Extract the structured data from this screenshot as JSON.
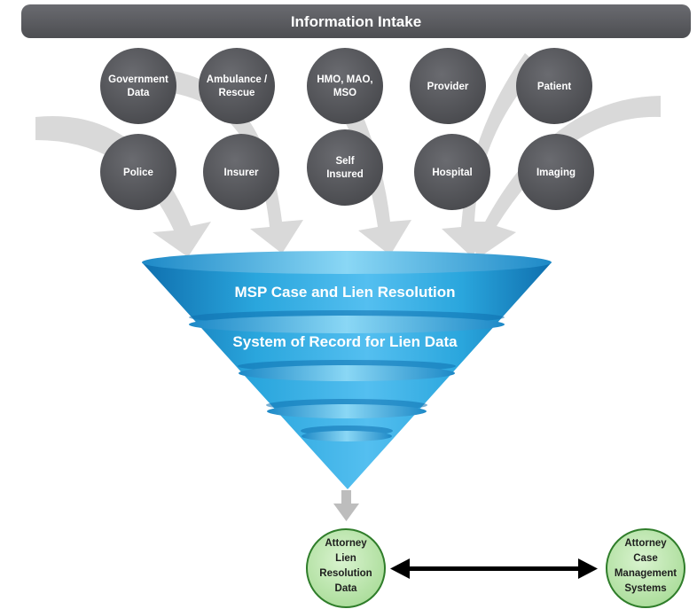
{
  "header": {
    "title": "Information Intake"
  },
  "sources": {
    "row1": [
      {
        "lines": [
          "Government",
          "Data"
        ]
      },
      {
        "lines": [
          "Ambulance /",
          "Rescue"
        ]
      },
      {
        "lines": [
          "HMO, MAO,",
          "MSO"
        ]
      },
      {
        "lines": [
          "Provider"
        ]
      },
      {
        "lines": [
          "Patient"
        ]
      }
    ],
    "row2": [
      {
        "lines": [
          "Police"
        ]
      },
      {
        "lines": [
          "Insurer"
        ]
      },
      {
        "lines": [
          "Self",
          "Insured"
        ]
      },
      {
        "lines": [
          "Hospital"
        ]
      },
      {
        "lines": [
          "Imaging"
        ]
      }
    ]
  },
  "funnel": {
    "label1": "MSP Case and Lien Resolution",
    "label2": "System of Record for Lien Data"
  },
  "outputs": {
    "left": {
      "lines": [
        "Attorney",
        "Lien",
        "Resolution",
        "Data"
      ]
    },
    "right": {
      "lines": [
        "Attorney",
        "Case",
        "Management",
        "Systems"
      ]
    }
  },
  "colors": {
    "banner": "#595a5e",
    "source_circle": "#55565a",
    "funnel_light": "#7fd2f3",
    "funnel_mid": "#2aa6dd",
    "funnel_dark": "#0f6fae",
    "output_circle": "#c6ebb8",
    "output_stroke": "#2f7d2a",
    "connector_arrow": "#000000",
    "flow_arrow": "#c8c8c8"
  }
}
